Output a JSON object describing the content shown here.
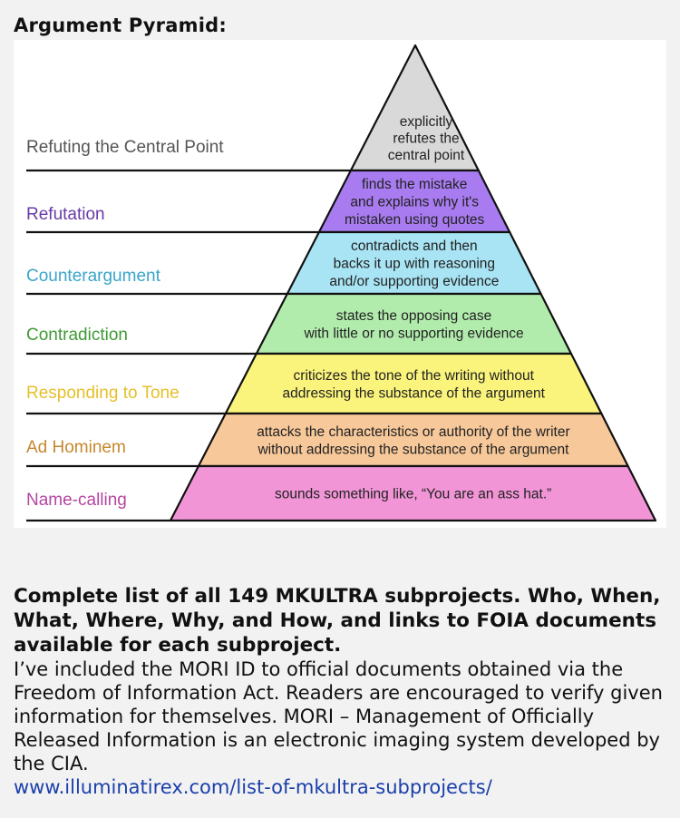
{
  "heading": "Argument Pyramid:",
  "pyramid": {
    "levels": [
      {
        "label": "Refuting the Central Point",
        "label_color": "#555555",
        "fill": "#d9d9d9",
        "lines": [
          "explicitly",
          "refutes the",
          "central point"
        ]
      },
      {
        "label": "Refutation",
        "label_color": "#6a3aa7",
        "fill": "#a87cf0",
        "lines": [
          "finds the mistake",
          "and explains why it's",
          "mistaken using quotes"
        ]
      },
      {
        "label": "Counterargument",
        "label_color": "#3aa5c7",
        "fill": "#a8e4f4",
        "lines": [
          "contradicts and then",
          "backs it up with reasoning",
          "and/or supporting evidence"
        ]
      },
      {
        "label": "Contradiction",
        "label_color": "#3f9a35",
        "fill": "#b2ecad",
        "lines": [
          "states the opposing case",
          "with little or no supporting evidence"
        ]
      },
      {
        "label": "Responding to Tone",
        "label_color": "#e6c02a",
        "fill": "#fbf47c",
        "lines": [
          "criticizes the tone of the writing without",
          "addressing the substance of the argument"
        ]
      },
      {
        "label": "Ad Hominem",
        "label_color": "#c7872e",
        "fill": "#f7c89a",
        "lines": [
          "attacks the characteristics or authority of the writer",
          "without addressing the substance of the argument"
        ]
      },
      {
        "label": "Name-calling",
        "label_color": "#b545a0",
        "fill": "#f195d7",
        "lines": [
          "sounds something like, “You are an ass hat.”"
        ]
      }
    ]
  },
  "caption": {
    "title": "Complete list of all 149 MKULTRA subprojects. Who, When, What, Where, Why, and How, and links to FOIA documents available for each subproject.",
    "body": "I’ve included the MORI ID to official documents obtained via the Freedom of Information Act. Readers are encouraged to verify given information for themselves. MORI – Management of Officially Released Information is an electronic imaging system developed by the CIA.",
    "link": "www.illuminatirex.com/list-of-mkultra-subprojects/"
  }
}
